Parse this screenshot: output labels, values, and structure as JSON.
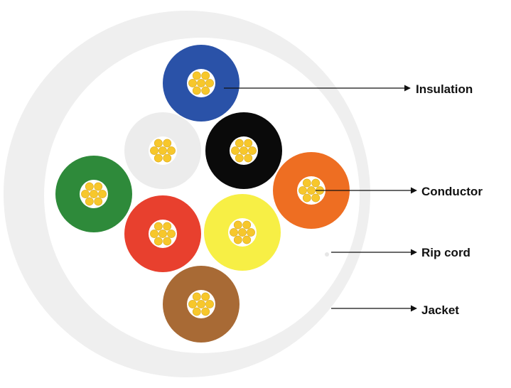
{
  "diagram": {
    "colors": {
      "jacket": "#efefef",
      "jacket_interior": "#ffffff",
      "conductor_strand": "#f7c72b",
      "conductor_strand_outline": "#d9a91c",
      "conductor_bed": "#ffffff",
      "rip_cord": "#e6e6e6",
      "pointer_line": "#111111"
    },
    "wires": [
      {
        "name": "blue",
        "color": "#2a52a8"
      },
      {
        "name": "white",
        "color": "#ececec"
      },
      {
        "name": "black",
        "color": "#0a0a0a"
      },
      {
        "name": "orange",
        "color": "#ee6e22"
      },
      {
        "name": "green",
        "color": "#2e8a3a"
      },
      {
        "name": "red",
        "color": "#e8402e"
      },
      {
        "name": "yellow",
        "color": "#f7ef45"
      },
      {
        "name": "brown",
        "color": "#a86a35"
      }
    ],
    "labels": {
      "insulation": "Insulation",
      "conductor": "Conductor",
      "rip_cord": "Rip cord",
      "jacket": "Jacket"
    }
  }
}
